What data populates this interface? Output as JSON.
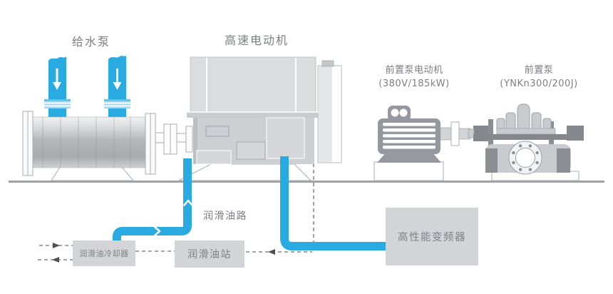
{
  "diagram_type": "pump-drive-system-schematic",
  "labels": {
    "feedwater_pump": "给水泵",
    "high_speed_motor": "高速电动机",
    "booster_pump_motor": "前置泵电动机",
    "booster_pump_motor_spec": "(380V/185kW)",
    "booster_pump": "前置泵",
    "booster_pump_spec": "(YNKn300/200J)",
    "lube_oil_line": "润滑油路"
  },
  "boxes": {
    "lube_oil_cooler": "润滑油冷却器",
    "lube_oil_station": "润滑油站",
    "high_performance_inverter": "高性能变频器"
  },
  "colors": {
    "pipe_blue": "#29abe2",
    "flange_band_light_blue": "#9ed6f1",
    "machine_light_gray": "#d9dbdd",
    "machine_mid_gray": "#cdd0d3",
    "machine_dark_gray": "#95999f",
    "label_box_gray": "#d2d4d7",
    "label_text_gray": "#7b7e82",
    "ground_gray": "#9fa2a5",
    "dashed_signal_gray": "#6b6e71"
  },
  "icons": {
    "inlet_down_arrow": "↓",
    "flow_chevron_up": "∧",
    "flow_chevron_right": "＞",
    "signal_arrow_left": "◄",
    "signal_arrow_right": "►"
  }
}
